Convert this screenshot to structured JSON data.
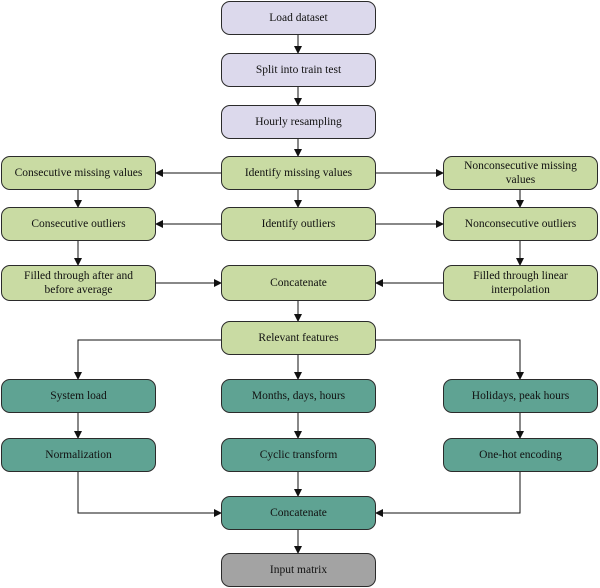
{
  "colors": {
    "lavender": "#dcd9ec",
    "light_green": "#c9dba3",
    "teal": "#5fa393",
    "gray": "#a3a3a3",
    "stroke": "#2b2b2b"
  },
  "nodes": {
    "load_dataset": {
      "label": "Load dataset",
      "fill": "lavender"
    },
    "split_train_test": {
      "label": "Split into train test",
      "fill": "lavender"
    },
    "hourly_resampling": {
      "label": "Hourly resampling",
      "fill": "lavender"
    },
    "identify_missing": {
      "label": "Identify missing values",
      "fill": "light_green"
    },
    "consecutive_missing": {
      "label": "Consecutive missing values",
      "fill": "light_green"
    },
    "nonconsecutive_missing": {
      "label": "Nonconsecutive missing values",
      "fill": "light_green"
    },
    "identify_outliers": {
      "label": "Identify outliers",
      "fill": "light_green"
    },
    "consecutive_outliers": {
      "label": "Consecutive outliers",
      "fill": "light_green"
    },
    "nonconsecutive_outliers": {
      "label": "Nonconsecutive outliers",
      "fill": "light_green"
    },
    "filled_average": {
      "label": "Filled through after and before average",
      "fill": "light_green"
    },
    "concatenate_1": {
      "label": "Concatenate",
      "fill": "light_green"
    },
    "filled_interpolation": {
      "label": "Filled through linear interpolation",
      "fill": "light_green"
    },
    "relevant_features": {
      "label": "Relevant features",
      "fill": "light_green"
    },
    "system_load": {
      "label": "System load",
      "fill": "teal"
    },
    "months_days_hours": {
      "label": "Months, days, hours",
      "fill": "teal"
    },
    "holidays_peak_hours": {
      "label": "Holidays, peak hours",
      "fill": "teal"
    },
    "normalization": {
      "label": "Normalization",
      "fill": "teal"
    },
    "cyclic_transform": {
      "label": "Cyclic transform",
      "fill": "teal"
    },
    "one_hot_encoding": {
      "label": "One-hot encoding",
      "fill": "teal"
    },
    "concatenate_2": {
      "label": "Concatenate",
      "fill": "teal"
    },
    "input_matrix": {
      "label": "Input matrix",
      "fill": "gray"
    }
  }
}
